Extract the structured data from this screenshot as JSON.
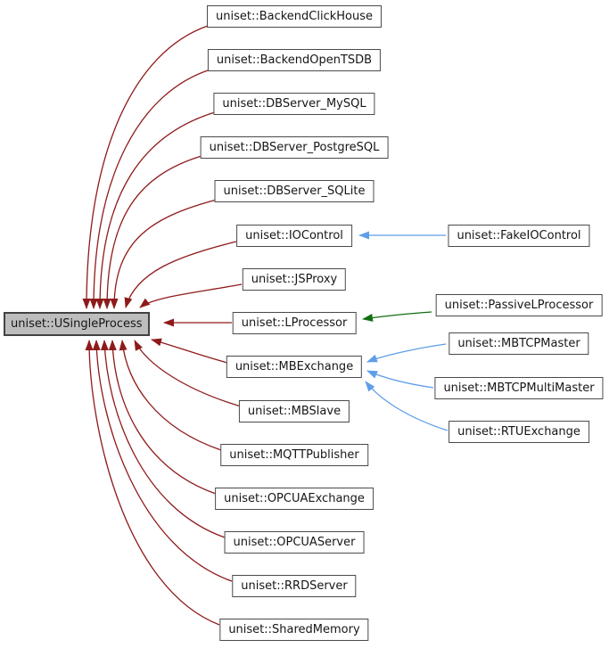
{
  "diagram": {
    "type": "inheritance-graph",
    "root": {
      "label": "uniset::USingleProcess"
    },
    "derived": [
      {
        "label": "uniset::BackendClickHouse"
      },
      {
        "label": "uniset::BackendOpenTSDB"
      },
      {
        "label": "uniset::DBServer_MySQL"
      },
      {
        "label": "uniset::DBServer_PostgreSQL"
      },
      {
        "label": "uniset::DBServer_SQLite"
      },
      {
        "label": "uniset::IOControl"
      },
      {
        "label": "uniset::JSProxy"
      },
      {
        "label": "uniset::LProcessor"
      },
      {
        "label": "uniset::MBExchange"
      },
      {
        "label": "uniset::MBSlave"
      },
      {
        "label": "uniset::MQTTPublisher"
      },
      {
        "label": "uniset::OPCUAExchange"
      },
      {
        "label": "uniset::OPCUAServer"
      },
      {
        "label": "uniset::RRDServer"
      },
      {
        "label": "uniset::SharedMemory"
      }
    ],
    "subderived": [
      {
        "label": "uniset::FakeIOControl",
        "parent": "uniset::IOControl",
        "edge_color": "#5f9ee8"
      },
      {
        "label": "uniset::PassiveLProcessor",
        "parent": "uniset::LProcessor",
        "edge_color": "#126e12"
      },
      {
        "label": "uniset::MBTCPMaster",
        "parent": "uniset::MBExchange",
        "edge_color": "#5f9ee8"
      },
      {
        "label": "uniset::MBTCPMultiMaster",
        "parent": "uniset::MBExchange",
        "edge_color": "#5f9ee8"
      },
      {
        "label": "uniset::RTUExchange",
        "parent": "uniset::MBExchange",
        "edge_color": "#5f9ee8"
      }
    ],
    "colors": {
      "edge_red": "#8f1a1a",
      "edge_blue": "#5f9ee8",
      "edge_green": "#126e12",
      "node_fill": "#ffffff",
      "node_border": "#4a4a4a",
      "root_fill": "#bdbdbd",
      "root_border": "#424242",
      "text": "#161616",
      "background": "#ffffff"
    }
  }
}
